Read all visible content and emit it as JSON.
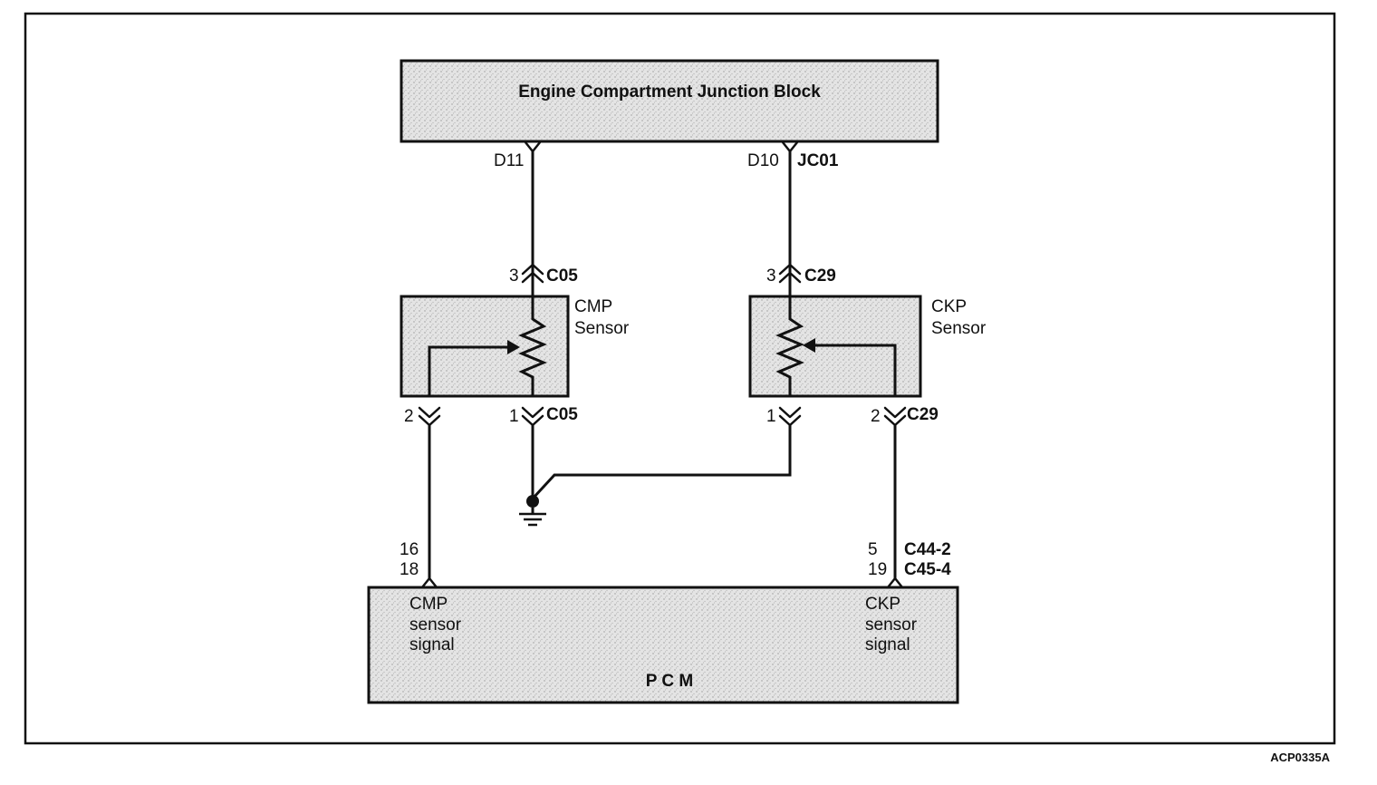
{
  "junction_block": {
    "title": "Engine Compartment Junction Block"
  },
  "junction_terminals": {
    "left": "D11",
    "right_pin": "D10",
    "right_connector": "JC01"
  },
  "cmp_sensor": {
    "label_line1": "CMP",
    "label_line2": "Sensor",
    "top_pin": "3",
    "top_connector": "C05",
    "bottom_left_pin": "2",
    "bottom_right_pin": "1",
    "bottom_connector": "C05"
  },
  "ckp_sensor": {
    "label_line1": "CKP",
    "label_line2": "Sensor",
    "top_pin": "3",
    "top_connector": "C29",
    "bottom_left_pin": "1",
    "bottom_right_pin": "2",
    "bottom_connector": "C29"
  },
  "pcm": {
    "title": "P C M",
    "left_pin_1": "16",
    "left_pin_2": "18",
    "right_pin_1": "5",
    "right_connector_1": "C44-2",
    "right_pin_2": "19",
    "right_connector_2": "C45-4",
    "cmp_signal_line1": "CMP",
    "cmp_signal_line2": "sensor",
    "cmp_signal_line3": "signal",
    "ckp_signal_line1": "CKP",
    "ckp_signal_line2": "sensor",
    "ckp_signal_line3": "signal"
  },
  "figure_ref": "ACP0335A",
  "colors": {
    "ink": "#111111",
    "fill": "#e0e0e0"
  }
}
